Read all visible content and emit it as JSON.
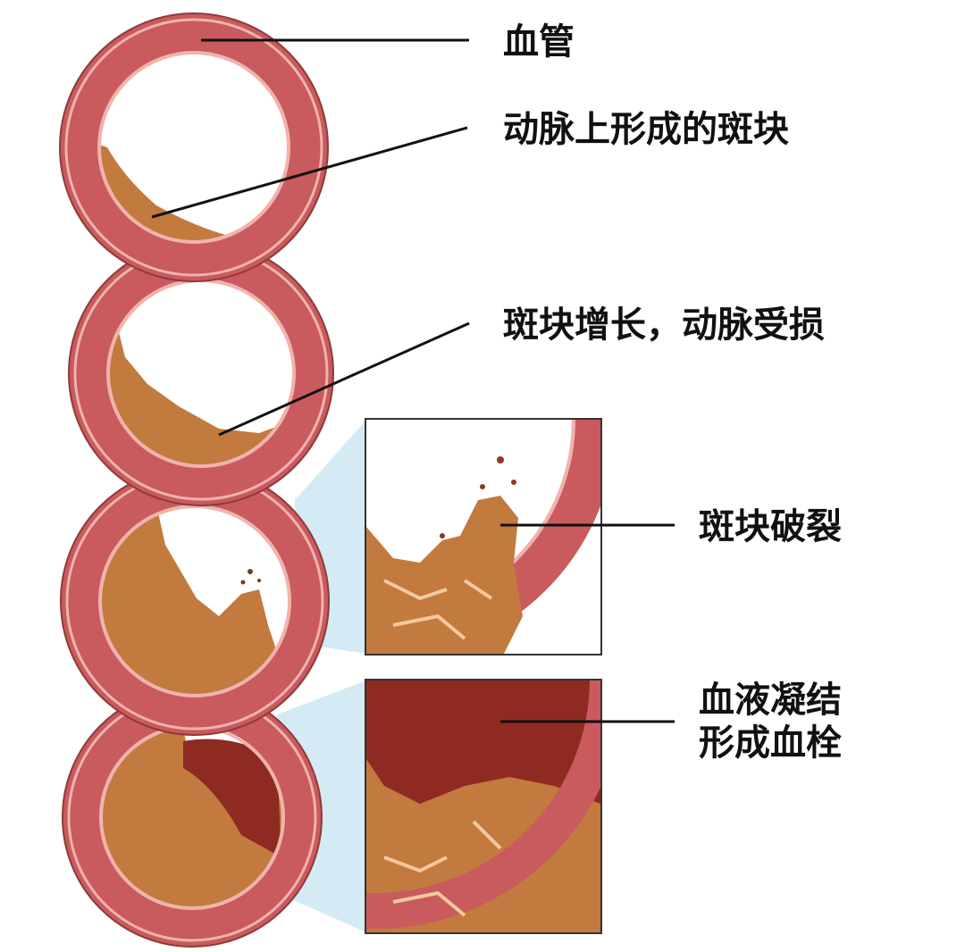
{
  "labels": {
    "vessel": "血管",
    "plaque_formed": "动脉上形成的斑块",
    "plaque_growth": "斑块增长，动脉受损",
    "plaque_rupture": "斑块破裂",
    "clot_line1": "血液凝结",
    "clot_line2": "形成血栓"
  },
  "colors": {
    "vessel_wall": "#c95a5e",
    "vessel_edge": "#f0b3ad",
    "plaque": "#c27a3f",
    "clot": "#8e2a22",
    "highlight": "#cfe8f3"
  }
}
